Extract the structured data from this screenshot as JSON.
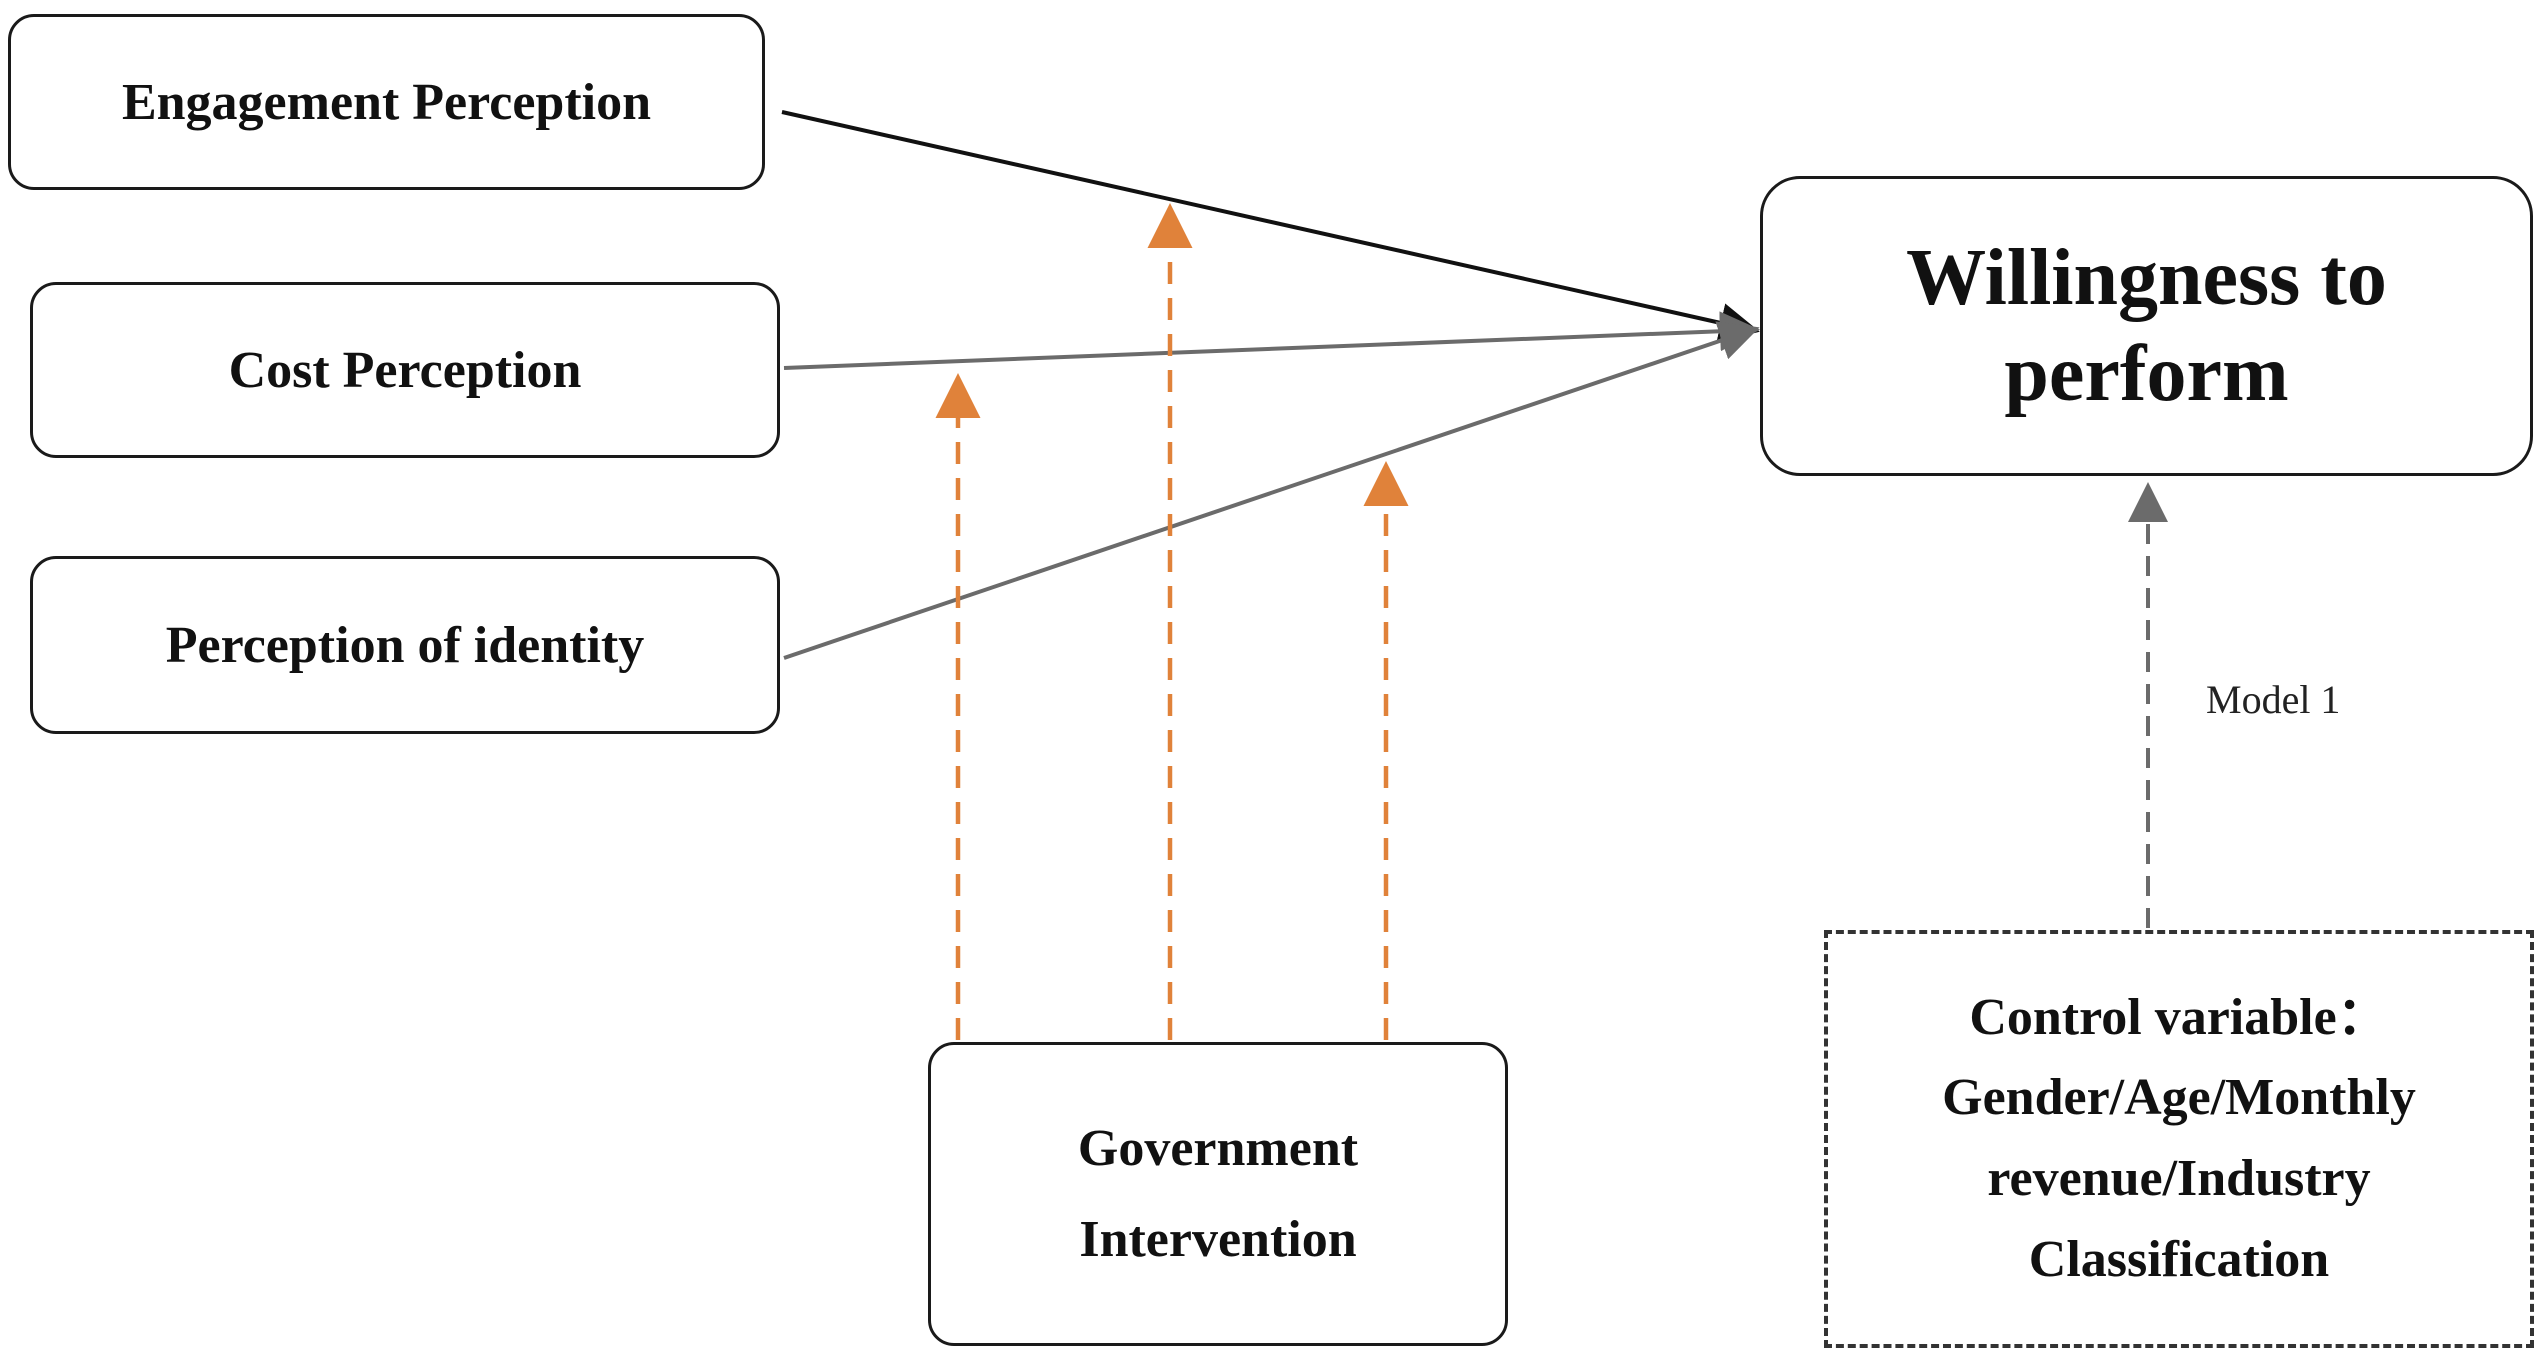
{
  "nodes": {
    "engagement": "Engagement Perception",
    "cost": "Cost Perception",
    "identity": "Perception of identity",
    "willingness_line1": "Willingness to",
    "willingness_line2": "perform",
    "government_line1": "Government",
    "government_line2": "Intervention",
    "control_line1": "Control variable：",
    "control_line2": "Gender/Age/Monthly",
    "control_line3": "revenue/Industry",
    "control_line4": "Classification"
  },
  "edge_labels": {
    "model": "Model 1"
  },
  "colors": {
    "solid_arrow_black": "#111111",
    "solid_arrow_gray": "#6b6b6b",
    "moderator_arrow": "#e0823a",
    "control_arrow": "#6b6b6b"
  }
}
